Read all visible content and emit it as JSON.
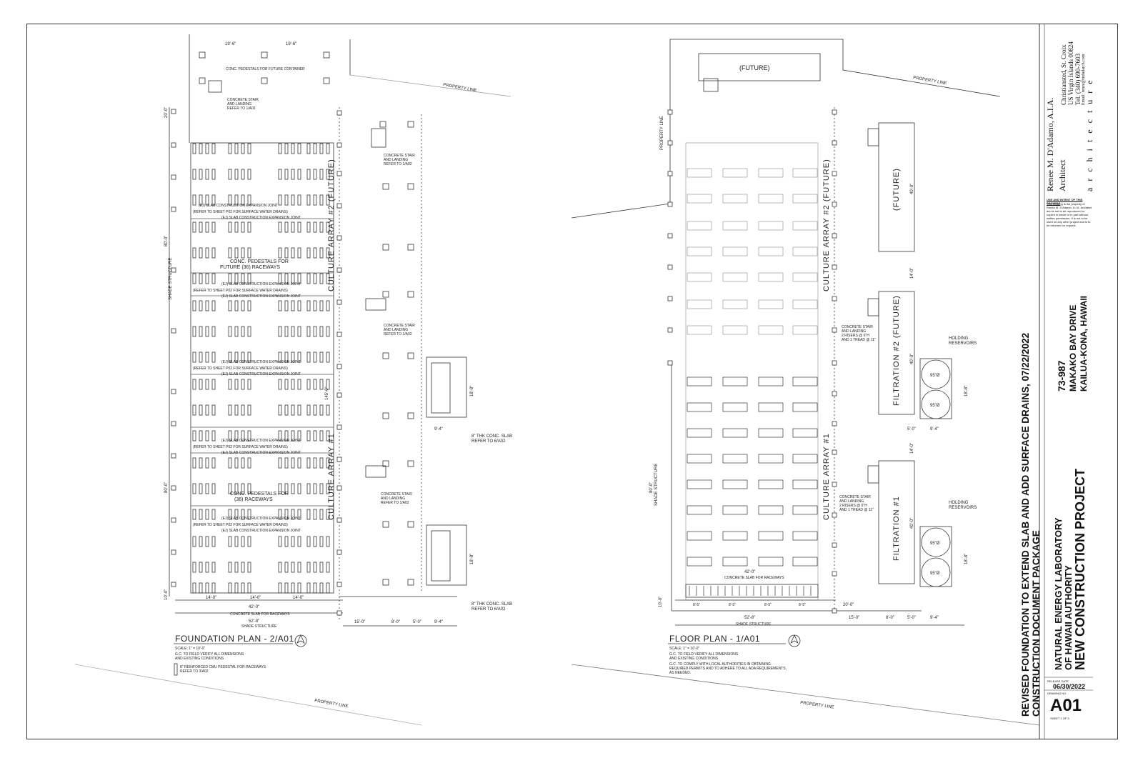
{
  "foundation_plan": {
    "title": "FOUNDATION PLAN - 2/A01",
    "scale": "SCALE: 1\" = 10'-0\"",
    "note1": "G.C. TO FIELD VERIFY ALL DIMENSIONS",
    "note2": "AND EXISTING CONDITIONS",
    "legend": "8\" REINFORCED CMU PEDESTAL FOR RACEWAYS",
    "legend2": "REFER TO 3/A02",
    "future_container": "CONC. PEDESTALS FOR FUTURE CONTAINER",
    "stair": "CONCRETE STAIR",
    "landing": "AND LANDING",
    "refer_1a02": "REFER TO 1/A02",
    "expansion_joint": "(EJ) SLAB CONSTRUCTION EXPANSION JOINT",
    "surface_drains": "(REFER TO SHEET P02 FOR SURFACE WATER DRAINS)",
    "pedestals_future": "CONC. PEDESTALS FOR",
    "pedestals_future2": "FUTURE (36) RACEWAYS",
    "pedestals": "CONC. PEDESTALS FOR",
    "pedestals2": "(36) RACEWAYS",
    "culture2": "CULTURE ARRAY #2 (FUTURE)",
    "culture1": "CULTURE ARRAY #1",
    "slab_note": "8\" THK CONC. SLAB",
    "slab_ref": "REFER TO 6/A02",
    "concrete_slab": "CONCRETE SLAB FOR RACEWAYS",
    "shade": "SHADE STRUCTURE",
    "dim_195": "19'-6\"",
    "dim_14": "14'-0\"",
    "dim_42": "42'-0\"",
    "dim_528": "52'-8\"",
    "dim_15": "15'-0\"",
    "dim_8": "8'-0\"",
    "dim_5": "5'-0\"",
    "dim_94": "9'-4\"",
    "dim_188": "18'-8\"",
    "dim_145": "145'-0\"",
    "dim_80": "80'-0\"",
    "dim_20": "20'-0\"",
    "dim_10": "10'-0\"",
    "property_line": "PROPERTY LINE"
  },
  "floor_plan": {
    "title": "FLOOR PLAN - 1/A01",
    "scale": "SCALE: 1\" = 10'-0\"",
    "note1": "G.C. TO FIELD VERIFY ALL DIMENSIONS",
    "note2": "AND EXISTING CONDITIONS",
    "note3": "G.C. TO COMPLY WITH LOCAL AUTHORITIES IN OBTAINING",
    "note4": "REQUIRED PERMITS AND TO ADHERE TO ALL ADA REQUIREMENTS,",
    "note5": "AS NEEDED.",
    "future": "(FUTURE)",
    "property_line": "PROPERTY LINE",
    "culture2": "CULTURE ARRAY #2 (FUTURE)",
    "culture1": "CULTURE ARRAY #1",
    "filtration2": "FILTRATION #2 (FUTURE)",
    "filtration1": "FILTRATION #1",
    "holding": "HOLDING",
    "reservoirs": "RESERVOIRS",
    "tank": "95\"Ø",
    "stair": "CONCRETE STAIR",
    "stair2": "AND LANDING",
    "risers": "2 RISERS @ 6\"H",
    "tread": "AND 1 TREAD @ 11\"",
    "concrete_slab": "CONCRETE SLAB FOR RACEWAYS",
    "shade": "SHADE STRUCTURE",
    "dim_42": "42'-0\"",
    "dim_528": "52'-8\"",
    "dim_20": "20'-0\"",
    "dim_15": "15'-0\"",
    "dim_8": "8'-0\"",
    "dim_5": "5'-0\"",
    "dim_94": "9'-4\"",
    "dim_40": "40'-0\"",
    "dim_14": "14'-0\"",
    "dim_188": "18'-8\"",
    "dim_85": "8'-5\"",
    "dim_80": "80'-0\"",
    "dim_10": "10'-0\""
  },
  "revision": {
    "line1": "REVISED FOUNDATION TO EXTEND SLAB AND ADD SURFACE DRAINS, 07/22/2022",
    "line2": "CONSTRUCTION DOCUMENT PACKAGE"
  },
  "project": {
    "client1": "NATURAL ENERGY LABORATORY",
    "client2": "OF HAWAII AUTHORITY",
    "name": "NEW CONSTRUCTION PROJECT",
    "addr1": "73-987",
    "addr2": "MAKAKO BAY DRIVE",
    "addr3": "KAILUA-KONA, HAWAII"
  },
  "architect": {
    "name": "Renee M. D'Adamo, A.I.A.",
    "title": "Architect",
    "city": "Christiansted, St. Croix",
    "state": "US Virgin Islands 00824",
    "tel": "Tel. (340) 690-7603",
    "email": "Email: renee@mdadarch.com",
    "firm": "architecture",
    "use_title": "USE AND INTENT OF THIS DRAWING",
    "use_text": "This drawing is the property of Renee M. D'Adamo, A.I.A. Architect and is not to be reproduced or copied in whole or in part without written permission. It is not to be used on any other project and is to be returned on request."
  },
  "sheet": {
    "release_label": "RELEASE DATE",
    "release_date": "06/30/2022",
    "drawing_label": "DRAWING NO.",
    "number": "A01",
    "sheet_of": "SHEET 1 OF 3"
  }
}
